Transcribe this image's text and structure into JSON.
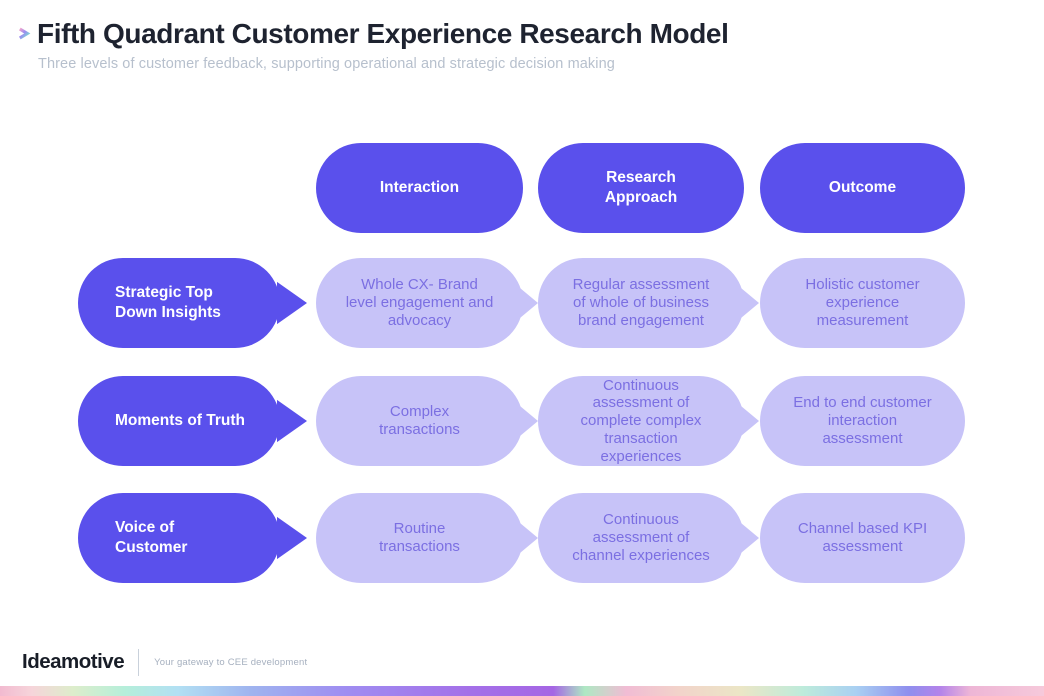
{
  "header": {
    "title": "Fifth Quadrant Customer Experience Research Model",
    "subtitle": "Three levels of customer feedback, supporting operational and strategic decision making"
  },
  "diagram": {
    "columns": [
      "Interaction",
      "Research\nApproach",
      "Outcome"
    ],
    "rows": [
      {
        "label": "Strategic Top\nDown Insights",
        "cells": [
          "Whole CX- Brand\nlevel engagement and\nadvocacy",
          "Regular assessment\nof whole of business\nbrand engagement",
          "Holistic customer\nexperience\nmeasurement"
        ]
      },
      {
        "label": "Moments of Truth",
        "cells": [
          "Complex\ntransactions",
          "Continuous\nassessment of\ncomplete complex\ntransaction\nexperiences",
          "End to end customer\ninteraction\nassessment"
        ]
      },
      {
        "label": "Voice of\nCustomer",
        "cells": [
          "Routine\ntransactions",
          "Continuous\nassessment of\nchannel experiences",
          "Channel based KPI\nassessment"
        ]
      }
    ],
    "colors": {
      "header_pill": "#5a50ec",
      "cell_pill": "#c7c3f8",
      "cell_text": "#7b6fe2",
      "label_text": "#ffffff"
    }
  },
  "footer": {
    "brand": "Ideamotive",
    "tagline": "Your gateway to CEE development"
  }
}
